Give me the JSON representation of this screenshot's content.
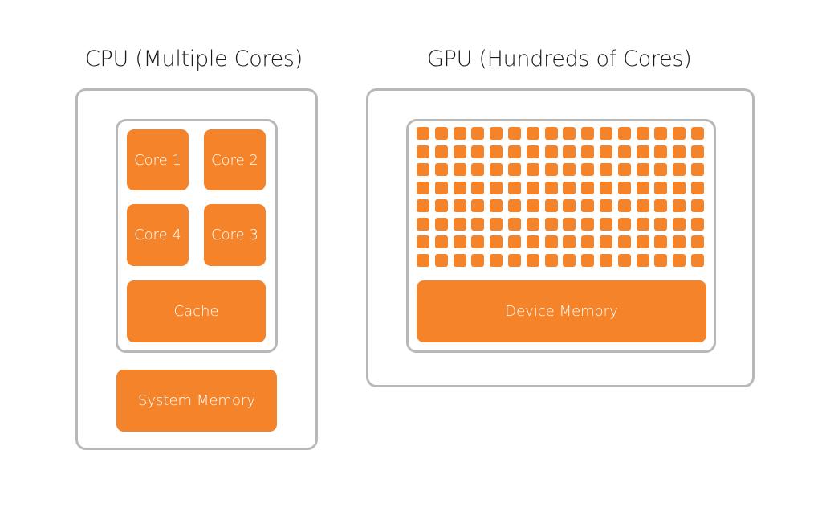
{
  "colors": {
    "accent": "#f4832a",
    "frame_border": "#b8b8b8"
  },
  "cpu": {
    "title": "CPU (Multiple Cores)",
    "cores": [
      {
        "label": "Core 1"
      },
      {
        "label": "Core 2"
      },
      {
        "label": "Core 4"
      },
      {
        "label": "Core 3"
      }
    ],
    "cache_label": "Cache",
    "memory_label": "System Memory"
  },
  "gpu": {
    "title": "GPU (Hundreds of Cores)",
    "core_grid": {
      "rows": 8,
      "columns": 16
    },
    "memory_label": "Device Memory"
  }
}
